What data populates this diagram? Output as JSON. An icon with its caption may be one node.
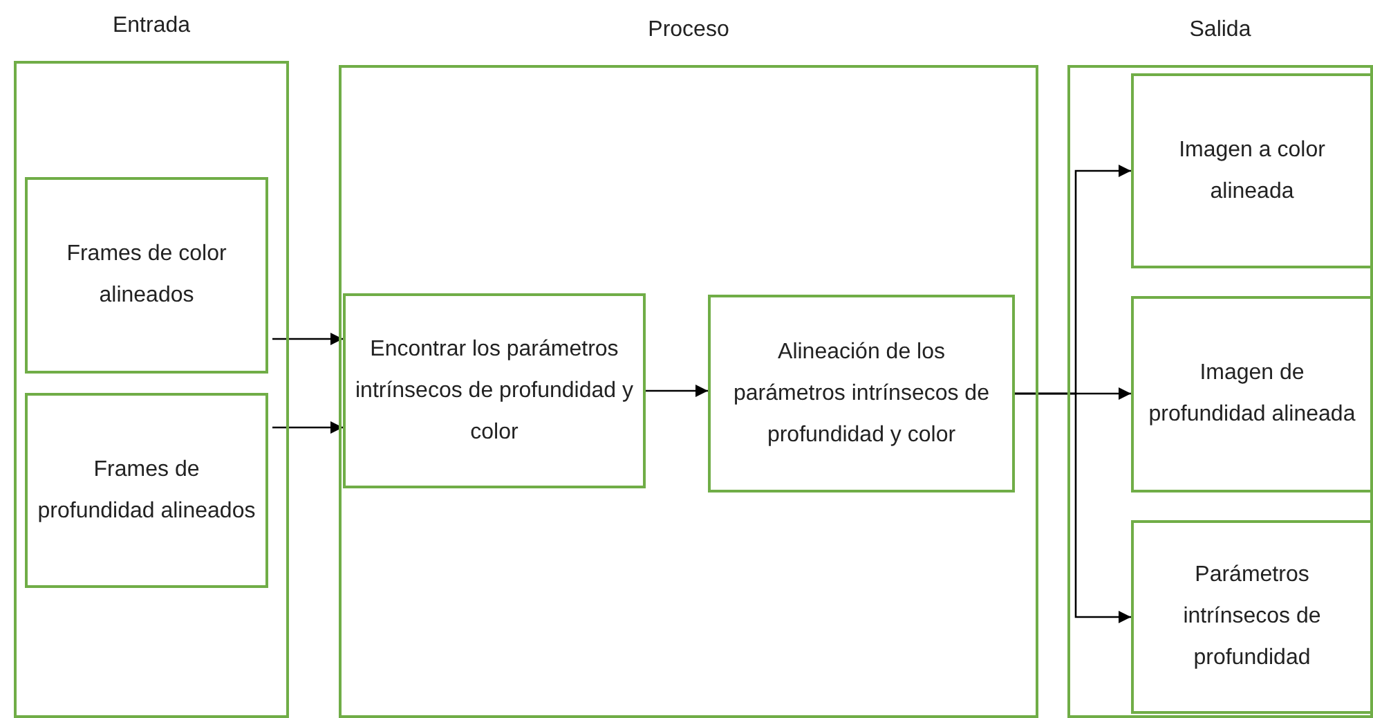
{
  "diagram": {
    "nodes": [
      {
        "text": [
          "Entrada"
        ]
      },
      {
        "text": [
          "Proceso"
        ]
      },
      {
        "text": [
          "Salida"
        ]
      },
      {
        "text": [
          "Frames de color alineados"
        ],
        "in": 0
      },
      {
        "text": [
          "Frames de profundidad alineados"
        ],
        "in": 0
      },
      {
        "text": [
          "Encontrar los parámetros intrínsecos de profundidad y color"
        ],
        "in": 1
      },
      {
        "text": [
          "Alineación de los parámetros intrínsecos de profundidad y color"
        ],
        "in": 1
      },
      {
        "text": [
          "Imagen a color alineada"
        ],
        "in": 2
      },
      {
        "text": [
          "Imagen de profundidad alineada"
        ],
        "in": 2
      },
      {
        "text": [
          "Parámetros intrínsecos de profundidad"
        ],
        "in": 2
      }
    ],
    "edges": [
      {
        "from": 3,
        "to": 5,
        "arrow": "to"
      },
      {
        "from": 4,
        "to": 5,
        "arrow": "to"
      },
      {
        "from": 5,
        "to": 6,
        "arrow": "to"
      },
      {
        "from": 6,
        "to": 7,
        "arrow": "to"
      },
      {
        "from": 6,
        "to": 8,
        "arrow": "to"
      },
      {
        "from": 6,
        "to": 9,
        "arrow": "to"
      }
    ]
  }
}
